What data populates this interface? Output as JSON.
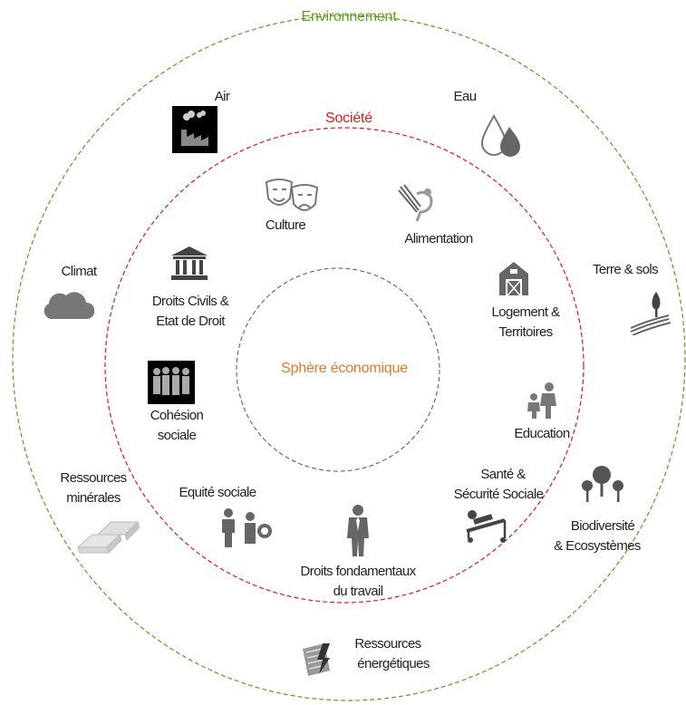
{
  "rings": {
    "environment": {
      "title": "Environnement",
      "color": "#5f9c1f"
    },
    "society": {
      "title": "Société",
      "color": "#e01818"
    },
    "economy": {
      "title": "Sphère économique",
      "color": "#e27a2a"
    }
  },
  "environment_items": {
    "air": "Air",
    "eau": "Eau",
    "climat": "Climat",
    "terre_line1": "Terre & sols",
    "ressources_min_line1": "Ressources",
    "ressources_min_line2": "minérales",
    "biodiv_line1": "Biodiversité",
    "biodiv_line2": "& Ecosystèmes",
    "ressources_en_line1": "Ressources",
    "ressources_en_line2": "énergétiques"
  },
  "society_items": {
    "culture": "Culture",
    "alimentation": "Alimentation",
    "droits_civils_line1": "Droits Civils &",
    "droits_civils_line2": "Etat de Droit",
    "logement_line1": "Logement &",
    "logement_line2": "Territoires",
    "cohesion_line1": "Cohésion",
    "cohesion_line2": "sociale",
    "education": "Education",
    "equite": "Equité sociale",
    "sante_line1": "Santé &",
    "sante_line2": "Sécurité Sociale",
    "droits_fond_line1": "Droits fondamentaux",
    "droits_fond_line2": "du travail"
  },
  "colors": {
    "icon_gray": "#777777",
    "icon_dark": "#555555",
    "icon_bg_black": "#000000"
  }
}
